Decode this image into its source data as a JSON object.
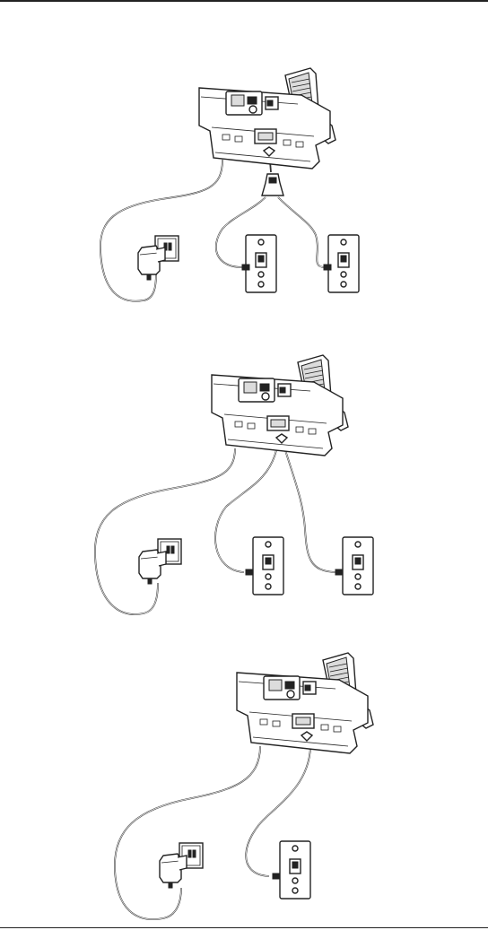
{
  "page": {
    "background": "#ffffff",
    "line_color": "#222222"
  },
  "diagrams": [
    {
      "id": "setup-splitter",
      "components": [
        "phone-base",
        "power-adapter",
        "power-outlet",
        "line-splitter",
        "wall-jack-line-1",
        "wall-jack-line-2"
      ]
    },
    {
      "id": "setup-two-jacks",
      "components": [
        "phone-base",
        "power-adapter",
        "power-outlet",
        "wall-jack-line-1",
        "wall-jack-line-2"
      ]
    },
    {
      "id": "setup-single-line",
      "components": [
        "phone-base",
        "power-adapter",
        "power-outlet",
        "wall-jack"
      ]
    }
  ]
}
